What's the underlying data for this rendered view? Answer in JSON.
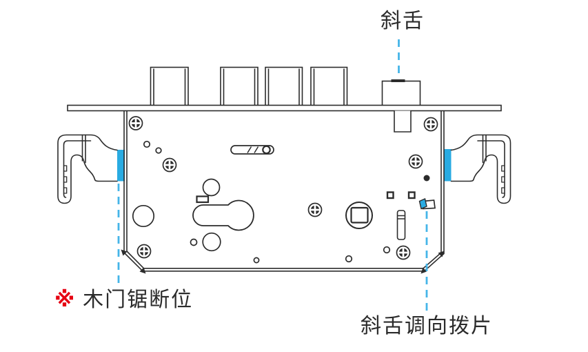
{
  "annotations": {
    "latch": {
      "label": "斜舌"
    },
    "door_saw_cut": {
      "marker": "※",
      "label": "木门锯断位"
    },
    "latch_direction_tab": {
      "label": "斜舌调向拨片"
    }
  },
  "colors": {
    "outline": "#2b2b2b",
    "highlight_blue": "#29abe2",
    "leader_line": "#45b5e8",
    "marker_red": "#e60012",
    "text": "#2b2b2b",
    "background": "#ffffff"
  },
  "parts": [
    "faceplate",
    "deadbolt-1",
    "deadbolt-2",
    "deadbolt-3",
    "deadbolt-4",
    "latch-bolt",
    "latch-bolt-tail",
    "lock-case",
    "left-mounting-clip",
    "right-mounting-clip",
    "saw-cut-highlight-left",
    "saw-cut-highlight-right",
    "latch-direction-tab",
    "spindle-square-hole",
    "cylinder-keyhole",
    "phillips-screws",
    "lever-slot",
    "adjustment-slider"
  ]
}
